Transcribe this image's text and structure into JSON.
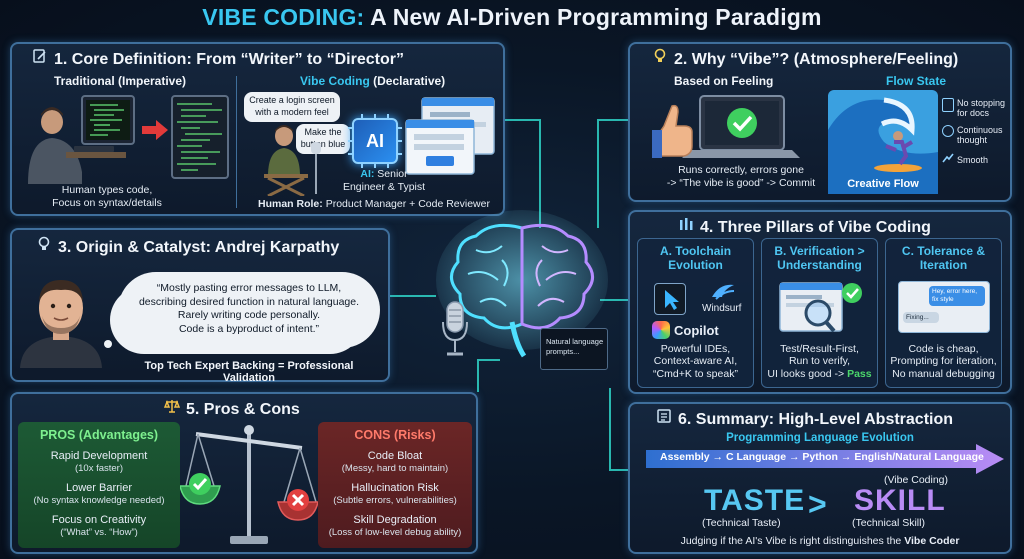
{
  "title": {
    "part1": "VIBE CODING:",
    "part2": "A New AI-Driven Programming Paradigm"
  },
  "panel1": {
    "title": "1. Core Definition: From “Writer” to “Director”",
    "traditional_label": "Traditional (Imperative)",
    "vibe_label_a": "Vibe Coding",
    "vibe_label_b": "(Declarative)",
    "traditional_caption_1": "Human types code,",
    "traditional_caption_2": "Focus on syntax/details",
    "bubble1_line1": "Create a login screen",
    "bubble1_line2": "with a modern feel",
    "bubble2_line1": "Make the",
    "bubble2_line2": "button blue",
    "chip_label": "AI",
    "ai_role_bold": "AI:",
    "ai_role_1": "Senior",
    "ai_role_2": "Engineer & Typist",
    "human_role_bold": "Human Role:",
    "human_role_text": "Product Manager + Code Reviewer"
  },
  "panel2": {
    "title": "2. Why “Vibe”? (Atmosphere/Feeling)",
    "left_label": "Based on Feeling",
    "right_label": "Flow State",
    "caption_1": "Runs correctly, errors gone",
    "caption_2": "-> “The vibe is good” -> Commit",
    "flow_items": [
      "No stopping for docs",
      "Continuous thought",
      "Smooth"
    ],
    "wave_caption": "Creative Flow"
  },
  "panel3": {
    "title": "3. Origin & Catalyst: Andrej Karpathy",
    "quote_1": "“Mostly pasting error messages to LLM,",
    "quote_2": "describing desired function in natural language.",
    "quote_3": "Rarely writing code personally.",
    "quote_4": "Code is a byproduct of intent.”",
    "footer": "Top Tech Expert Backing = Professional Validation"
  },
  "center": {
    "terminal_1": "Natural language",
    "terminal_2": "prompts..."
  },
  "panel4": {
    "title": "4. Three Pillars of Vibe Coding",
    "pillars": [
      {
        "head_1": "A. Toolchain",
        "head_2": "Evolution",
        "tool_1": "Windsurf",
        "tool_2": "Copilot",
        "cap_1": "Powerful IDEs,",
        "cap_2": "Context-aware AI,",
        "cap_3": "“Cmd+K to speak”"
      },
      {
        "head_1": "B. Verification >",
        "head_2": "Understanding",
        "cap_1": "Test/Result-First,",
        "cap_2": "Run to verify,",
        "cap_3a": "UI looks good ->",
        "cap_3b": "Pass"
      },
      {
        "head_1": "C. Tolerance &",
        "head_2": "Iteration",
        "chat_1": "Hey, error here,",
        "chat_2": "fix style",
        "chat_3": "Fixing...",
        "cap_1": "Code is cheap,",
        "cap_2": "Prompting for iteration,",
        "cap_3": "No manual debugging"
      }
    ]
  },
  "panel5": {
    "title": "5. Pros & Cons",
    "pros_head": "PROS (Advantages)",
    "pros": [
      {
        "main": "Rapid Development",
        "small": "(10x faster)"
      },
      {
        "main": "Lower Barrier",
        "small": "(No syntax knowledge needed)"
      },
      {
        "main": "Focus on Creativity",
        "small": "(“What” vs. “How”)"
      }
    ],
    "cons_head": "CONS (Risks)",
    "cons": [
      {
        "main": "Code Bloat",
        "small": "(Messy, hard to maintain)"
      },
      {
        "main": "Hallucination Risk",
        "small": "(Subtle errors, vulnerabilities)"
      },
      {
        "main": "Skill Degradation",
        "small": "(Loss of low-level debug ability)"
      }
    ]
  },
  "panel6": {
    "title": "6. Summary: High-Level Abstraction",
    "evolution_label": "Programming Language Evolution",
    "steps": [
      "Assembly",
      "C Language",
      "Python",
      "English/Natural Language"
    ],
    "arrow_sep": "→",
    "vibe_note": "(Vibe Coding)",
    "taste": "TASTE",
    "taste_sub": "(Technical Taste)",
    "gt": ">",
    "skill": "SKILL",
    "skill_sub": "(Technical Skill)",
    "footer_a": "Judging if the AI's Vibe is right distinguishes the",
    "footer_b": "Vibe Coder"
  },
  "colors": {
    "accent_cyan": "#39c7f0",
    "panel_border": "#3f6f9c",
    "pros_green": "#1d5a35",
    "cons_red": "#6b2626",
    "taste_blue": "#57c8f2",
    "skill_purple": "#b98cf5",
    "pass_green": "#4bd66b"
  }
}
